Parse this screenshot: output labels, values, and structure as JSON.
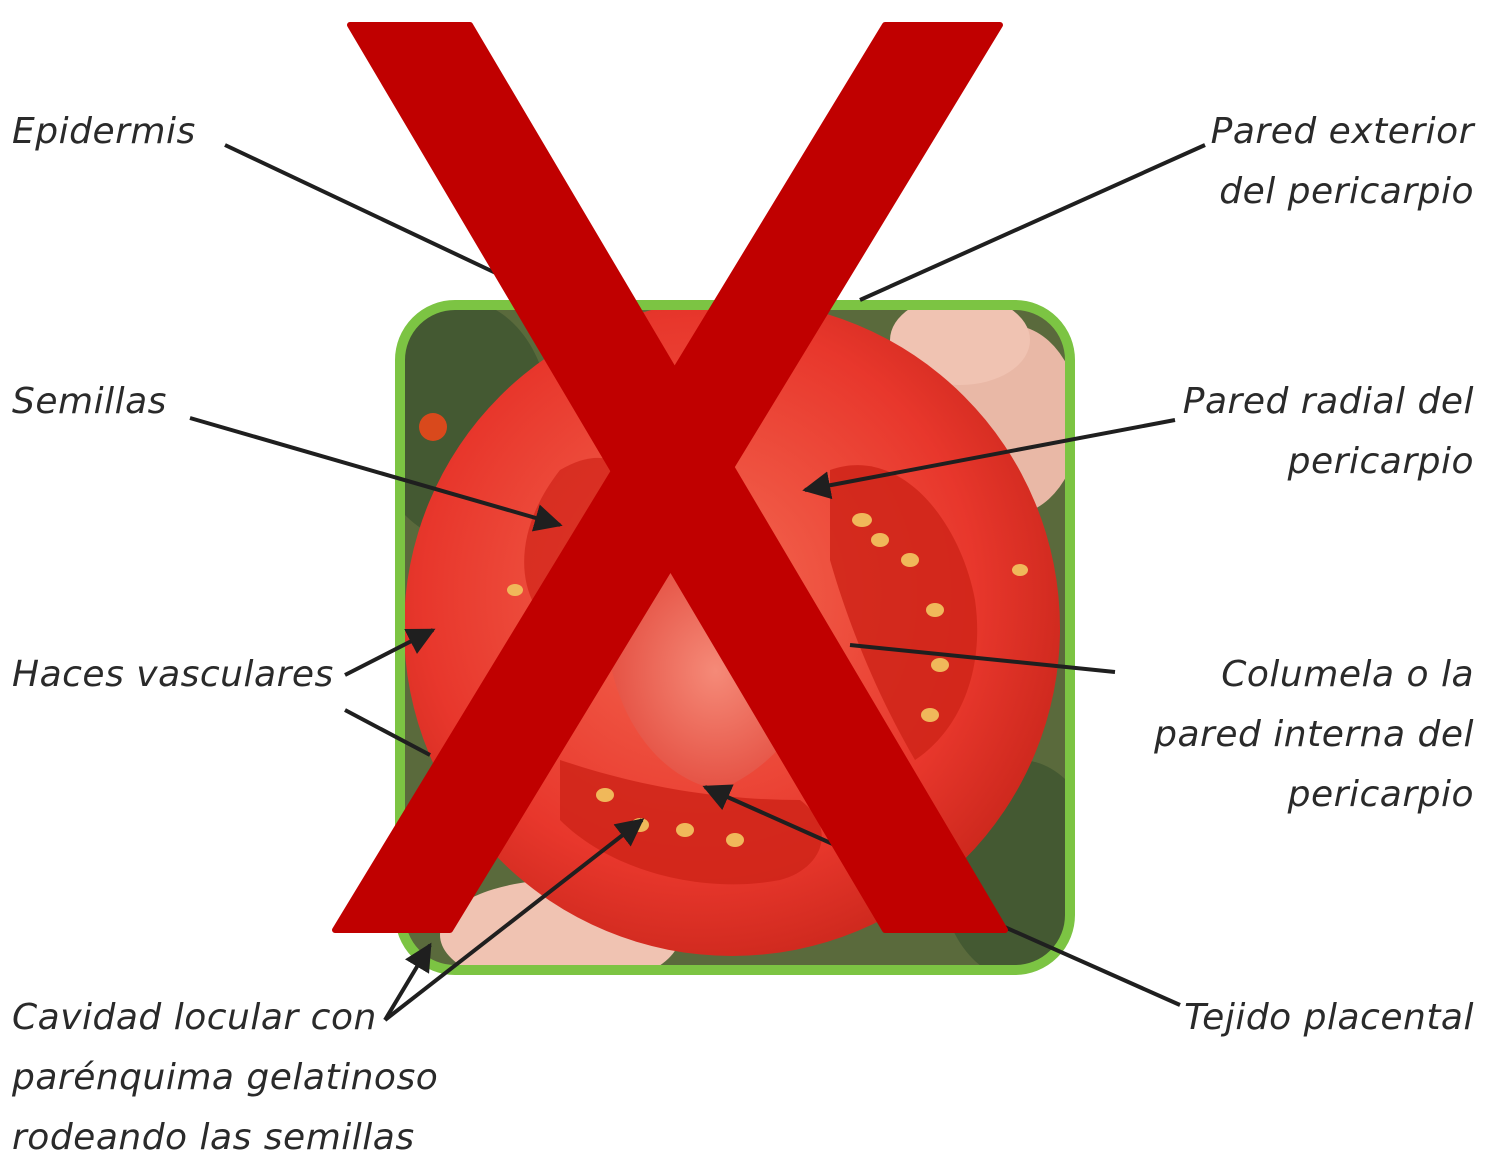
{
  "labels": {
    "epidermis": "Epidermis",
    "semillas": "Semillas",
    "haces_vasculares": "Haces vasculares",
    "cavidad_locular": "Cavidad locular con\nparénquima gelatinoso\nrodeando las semillas",
    "pared_exterior": "Pared exterior\ndel pericarpio",
    "pared_radial": "Pared radial del\npericarpio",
    "columela": "Columela o la\npared interna del\npericarpio",
    "tejido_placental": "Tejido placental"
  },
  "colors": {
    "frame": "#7cc443",
    "tomato": "#e8372c",
    "tomato_dark": "#c41e16",
    "cross": "#c00000",
    "leader": "#1f1f1f",
    "seed": "#f0b85a"
  },
  "icons": {
    "overlay": "red-x-cross-icon"
  }
}
